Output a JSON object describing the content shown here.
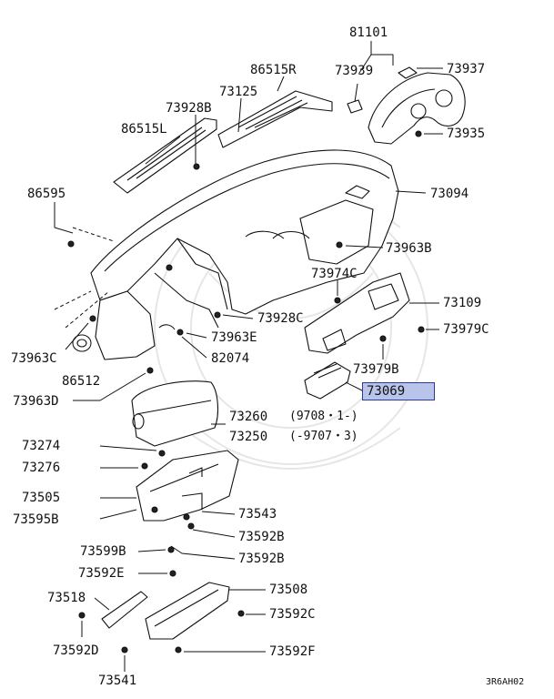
{
  "highlight_color": "#b8c4ea",
  "diagram_code": "3R6AH02",
  "highlighted_part": "73069",
  "parts": {
    "p81101": "81101",
    "p73939": "73939",
    "p73937": "73937",
    "p86515R": "86515R",
    "p73125": "73125",
    "p73928B": "73928B",
    "p86515L": "86515L",
    "p73935": "73935",
    "p86595": "86595",
    "p73094": "73094",
    "p73963B": "73963B",
    "p73974C": "73974C",
    "p73109": "73109",
    "p73928C": "73928C",
    "p73979C": "73979C",
    "p73963E": "73963E",
    "p73963C": "73963C",
    "p82074": "82074",
    "p86512": "86512",
    "p73979B": "73979B",
    "p73069": "73069",
    "p73963D": "73963D",
    "p73260": "73260",
    "p73250": "73250",
    "p73274": "73274",
    "p73276": "73276",
    "p73505": "73505",
    "p73543": "73543",
    "p73595B": "73595B",
    "p73592B_a": "73592B",
    "p73599B": "73599B",
    "p73592B_b": "73592B",
    "p73592E": "73592E",
    "p73508": "73508",
    "p73518": "73518",
    "p73592C": "73592C",
    "p73592D": "73592D",
    "p73592F": "73592F",
    "p73541": "73541"
  },
  "notes": {
    "n73260": "(9708・1-)",
    "n73250": "(-9707・3)"
  }
}
